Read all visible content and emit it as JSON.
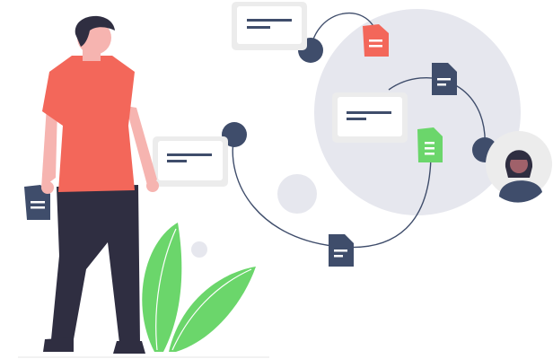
{
  "colors": {
    "background": "#ffffff",
    "circle_fill": "#e6e7ee",
    "node_navy": "#3f4d6b",
    "doc_navy": "#3f4d6b",
    "doc_red": "#f3675a",
    "doc_green": "#6bd66b",
    "card_outer": "#ececec",
    "card_inner": "#ffffff",
    "card_line": "#3f4d6b",
    "shirt": "#f3675a",
    "skin": "#f6b4b0",
    "hair": "#2f2e41",
    "pants": "#2f2e41",
    "plant": "#6bd66b",
    "avatar_ring": "#ececec",
    "avatar_body": "#3f4d6b"
  },
  "icons": [
    "person-figure",
    "document-icon",
    "message-card-icon",
    "network-node",
    "avatar-icon",
    "plant-illustration"
  ]
}
